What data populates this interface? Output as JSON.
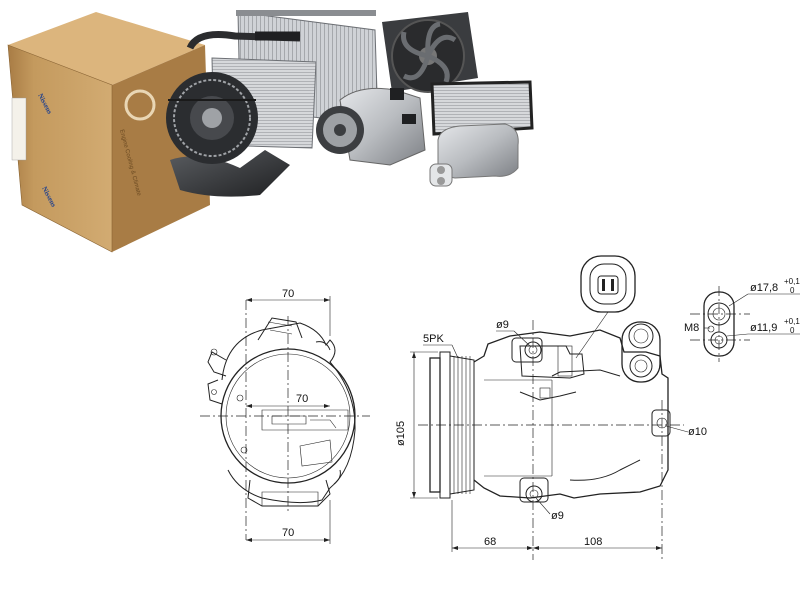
{
  "photo": {
    "box_brand_label": "Nissens",
    "box_tagline": "Engine Cooling & Climate"
  },
  "front_view": {
    "dim_top": "70",
    "dim_mid": "70",
    "dim_bottom": "70"
  },
  "side_view": {
    "pulley_label": "5PK",
    "dia_pulley": "ø105",
    "hole_top": "ø9",
    "hole_bottom": "ø9",
    "hole_rear": "ø10",
    "dim_left": "68",
    "dim_right": "108"
  },
  "connector_view": {
    "port_large": "ø17,8",
    "port_large_tol_upper": "+0,1",
    "port_large_tol_lower": "0",
    "port_small": "ø11,9",
    "port_small_tol_upper": "+0,1",
    "port_small_tol_lower": "0",
    "thread": "M8"
  },
  "colors": {
    "box": "#c49a5e",
    "box_side": "#a87c45",
    "metal": "#b9bcc0",
    "metal_dark": "#5a5d61",
    "line": "#222222",
    "brand_blue": "#1d3f8f"
  }
}
